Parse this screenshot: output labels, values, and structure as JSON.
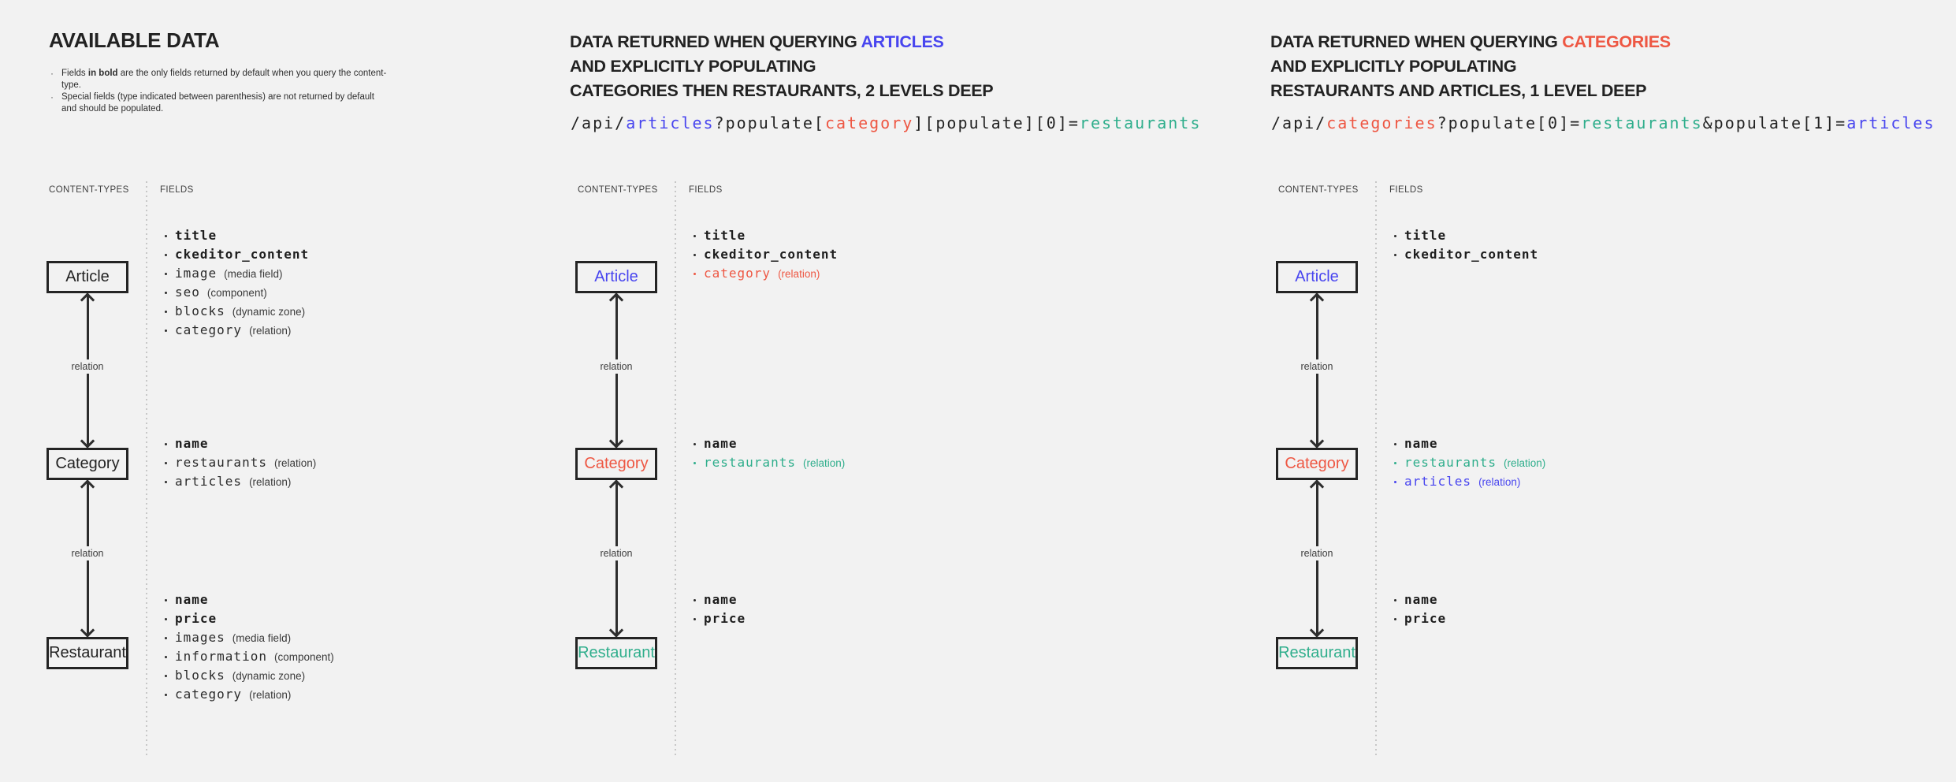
{
  "colors": {
    "background": "#f2f2f2",
    "dark": "#232323",
    "blue": "#4845ef",
    "red": "#ee5743",
    "teal": "#2fae8c"
  },
  "diagram": {
    "content_types_label": "CONTENT-TYPES",
    "fields_label": "FIELDS",
    "relation_label": "relation"
  },
  "columns": [
    {
      "title": "AVAILABLE DATA",
      "notes": [
        {
          "pre": "Fields ",
          "bold": "in bold",
          "post": " are the only fields returned by default when you query the content-type."
        },
        {
          "text": "Special fields (type indicated between parenthesis) are not returned by default and should be populated."
        }
      ],
      "boxes": [
        {
          "label": "Article",
          "color": "#232323"
        },
        {
          "label": "Category",
          "color": "#232323"
        },
        {
          "label": "Restaurant",
          "color": "#232323"
        }
      ],
      "article_fields": [
        {
          "name": "title",
          "bold": true
        },
        {
          "name": "ckeditor_content",
          "bold": true
        },
        {
          "name": "image",
          "type": "media field"
        },
        {
          "name": "seo",
          "type": "component"
        },
        {
          "name": "blocks",
          "type": "dynamic zone"
        },
        {
          "name": "category",
          "type": "relation"
        }
      ],
      "category_fields": [
        {
          "name": "name",
          "bold": true
        },
        {
          "name": "restaurants",
          "type": "relation"
        },
        {
          "name": "articles",
          "type": "relation"
        }
      ],
      "restaurant_fields": [
        {
          "name": "name",
          "bold": true
        },
        {
          "name": "price",
          "bold": true
        },
        {
          "name": "images",
          "type": "media field"
        },
        {
          "name": "information",
          "type": "component"
        },
        {
          "name": "blocks",
          "type": "dynamic zone"
        },
        {
          "name": "category",
          "type": "relation"
        }
      ]
    },
    {
      "heading": {
        "line1_prefix": "DATA RETURNED WHEN QUERYING ",
        "line1_highlight": "ARTICLES",
        "highlight_color": "#4845ef",
        "line2": "AND EXPLICITLY POPULATING",
        "line3": "CATEGORIES THEN RESTAURANTS, 2 LEVELS DEEP"
      },
      "code": [
        {
          "text": "/api/",
          "color": "#232323"
        },
        {
          "text": "articles",
          "color": "#4845ef"
        },
        {
          "text": "?populate[",
          "color": "#232323"
        },
        {
          "text": "category",
          "color": "#ee5743"
        },
        {
          "text": "][populate][0]=",
          "color": "#232323"
        },
        {
          "text": "restaurants",
          "color": "#2fae8c"
        }
      ],
      "boxes": [
        {
          "label": "Article",
          "color": "#4845ef"
        },
        {
          "label": "Category",
          "color": "#ee5743"
        },
        {
          "label": "Restaurant",
          "color": "#2fae8c"
        }
      ],
      "article_fields": [
        {
          "name": "title",
          "bold": true
        },
        {
          "name": "ckeditor_content",
          "bold": true
        },
        {
          "name": "category",
          "type": "relation",
          "color": "#ee5743"
        }
      ],
      "category_fields": [
        {
          "name": "name",
          "bold": true
        },
        {
          "name": "restaurants",
          "type": "relation",
          "color": "#2fae8c"
        }
      ],
      "restaurant_fields": [
        {
          "name": "name",
          "bold": true
        },
        {
          "name": "price",
          "bold": true
        }
      ]
    },
    {
      "heading": {
        "line1_prefix": "DATA RETURNED WHEN QUERYING ",
        "line1_highlight": "CATEGORIES",
        "highlight_color": "#ee5743",
        "line2": "AND EXPLICITLY POPULATING",
        "line3": "RESTAURANTS AND ARTICLES, 1 LEVEL DEEP"
      },
      "code": [
        {
          "text": "/api/",
          "color": "#232323"
        },
        {
          "text": "categories",
          "color": "#ee5743"
        },
        {
          "text": "?populate[0]=",
          "color": "#232323"
        },
        {
          "text": "restaurants",
          "color": "#2fae8c"
        },
        {
          "text": "&populate[1]=",
          "color": "#232323"
        },
        {
          "text": "articles",
          "color": "#4845ef"
        }
      ],
      "boxes": [
        {
          "label": "Article",
          "color": "#4845ef"
        },
        {
          "label": "Category",
          "color": "#ee5743"
        },
        {
          "label": "Restaurant",
          "color": "#2fae8c"
        }
      ],
      "article_fields": [
        {
          "name": "title",
          "bold": true
        },
        {
          "name": "ckeditor_content",
          "bold": true
        }
      ],
      "category_fields": [
        {
          "name": "name",
          "bold": true
        },
        {
          "name": "restaurants",
          "type": "relation",
          "color": "#2fae8c"
        },
        {
          "name": "articles",
          "type": "relation",
          "color": "#4845ef"
        }
      ],
      "restaurant_fields": [
        {
          "name": "name",
          "bold": true
        },
        {
          "name": "price",
          "bold": true
        }
      ]
    }
  ]
}
